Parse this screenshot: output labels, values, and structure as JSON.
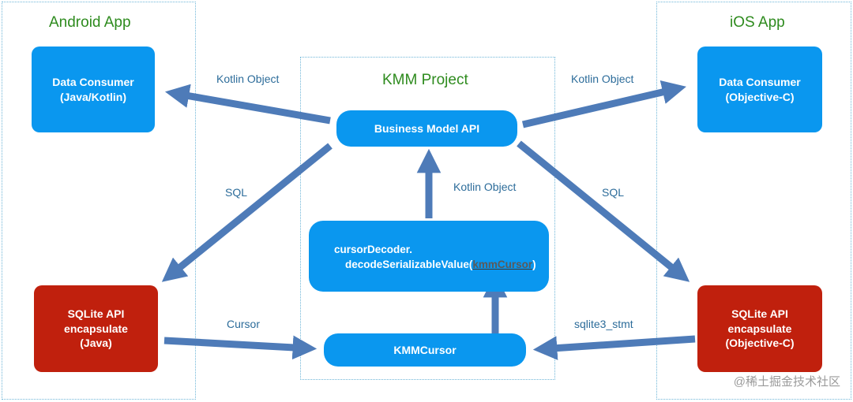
{
  "groups": {
    "android": {
      "title": "Android App"
    },
    "kmm": {
      "title": "KMM Project"
    },
    "ios": {
      "title": "iOS App"
    }
  },
  "nodes": {
    "android_consumer": {
      "line1": "Data Consumer",
      "line2": "(Java/Kotlin)"
    },
    "ios_consumer": {
      "line1": "Data Consumer",
      "line2": "(Objective-C)"
    },
    "business_api": {
      "label": "Business Model API"
    },
    "decoder": {
      "line1": "cursorDecoder.",
      "line2_prefix": "decodeSerializableValue(",
      "line2_arg": "kmmCursor",
      "line2_suffix": ")"
    },
    "kmm_cursor": {
      "label": "KMMCursor"
    },
    "android_sqlite": {
      "line1": "SQLite API",
      "line2": "encapsulate",
      "line3": "(Java)"
    },
    "ios_sqlite": {
      "line1": "SQLite API",
      "line2": "encapsulate",
      "line3": "(Objective-C)"
    }
  },
  "edges": {
    "to_android_consumer": "Kotlin Object",
    "to_ios_consumer": "Kotlin Object",
    "android_sql": "SQL",
    "ios_sql": "SQL",
    "decoder_to_api": "Kotlin Object",
    "android_cursor": "Cursor",
    "ios_stmt": "sqlite3_stmt"
  },
  "colors": {
    "node_blue": "#0a97ef",
    "node_red": "#c0200d",
    "arrow": "#4e7bb8",
    "group_border": "#6fb6d8",
    "group_title": "#2e8b1e",
    "edge_label": "#2c6c9a"
  },
  "watermark": "@稀土掘金技术社区"
}
